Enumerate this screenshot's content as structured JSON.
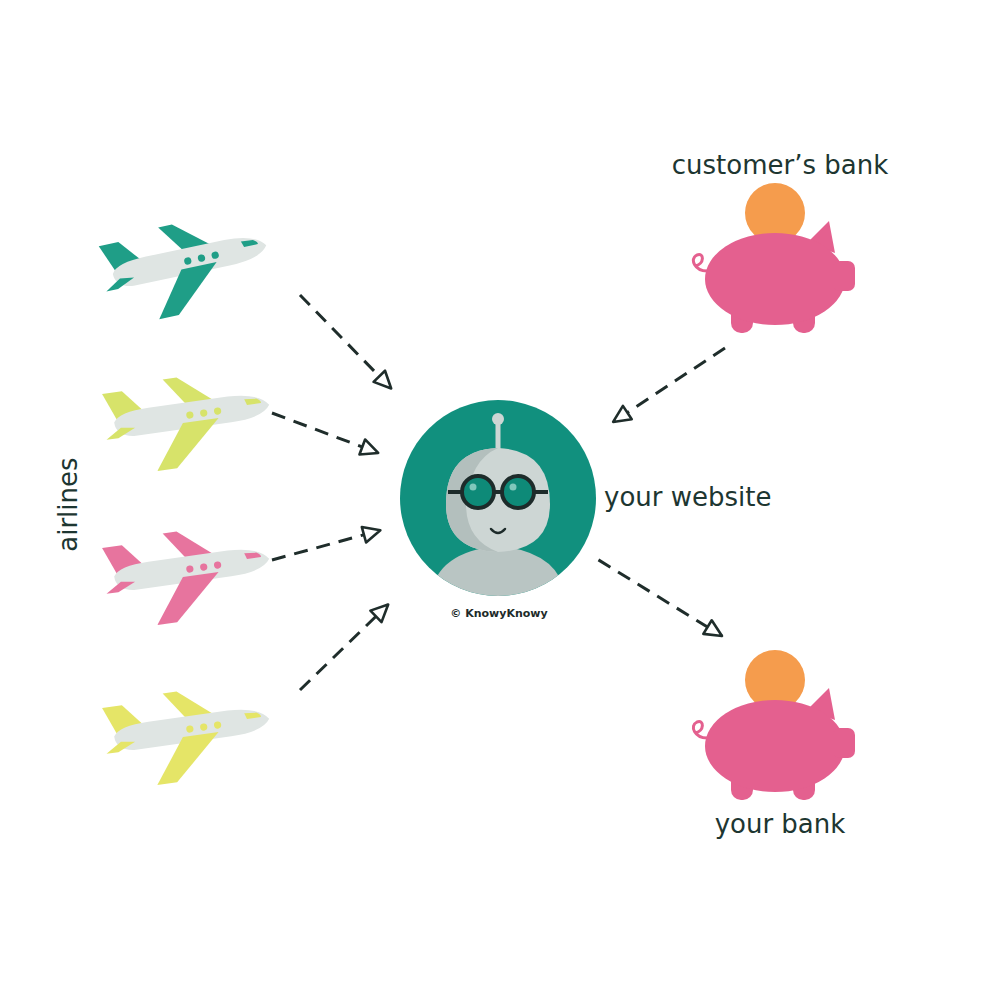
{
  "diagram": {
    "nodes": [
      {
        "text": [
          "airlines"
        ]
      },
      {
        "text": [
          "customer’s bank"
        ]
      },
      {
        "text": [
          "your website"
        ]
      },
      {
        "text": [
          "your bank"
        ]
      }
    ],
    "edges": [
      {
        "from": 0,
        "to": 2,
        "arrow": "to"
      },
      {
        "from": 0,
        "to": 2,
        "arrow": "to"
      },
      {
        "from": 0,
        "to": 2,
        "arrow": "to"
      },
      {
        "from": 0,
        "to": 2,
        "arrow": "to"
      },
      {
        "from": 1,
        "to": 2,
        "arrow": "to"
      },
      {
        "from": 2,
        "to": 3,
        "arrow": "to"
      }
    ],
    "labels": [
      "© KnowyKnowy"
    ]
  }
}
